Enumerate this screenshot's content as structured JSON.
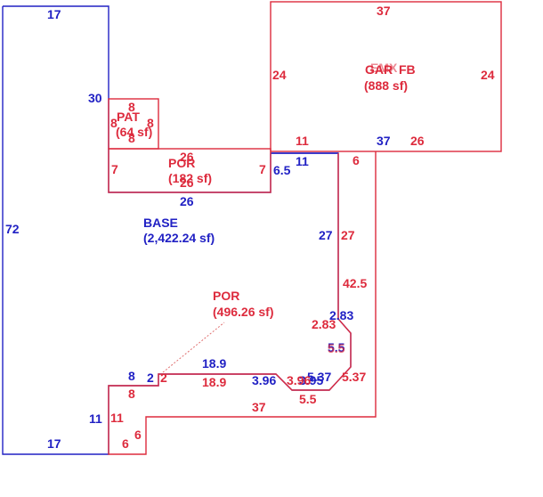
{
  "colors": {
    "blue": "#2121c4",
    "red": "#dd2b3d",
    "dotted": "#e07070"
  },
  "areas": {
    "base": {
      "name": "BASE",
      "area": "(2,422.24 sf)"
    },
    "pat": {
      "name": "PAT",
      "area": "(64 sf)"
    },
    "por_top": {
      "name": "POR",
      "area": "(182 sf)"
    },
    "por_big": {
      "name": "POR",
      "area": "(496.26 sf)"
    },
    "garage": {
      "name_a": "GAR",
      "name_b": "FB",
      "name_c": "EMX",
      "area": "(888 sf)"
    }
  },
  "dims": {
    "b17_top": "17",
    "b30": "30",
    "b72": "72",
    "b17_bot": "17",
    "b11_left": "11",
    "b8": "8",
    "b2": "2",
    "b18_9": "18.9",
    "b3_96": "3.96",
    "b3_95": "3.95",
    "b5_37": "5.37",
    "b5_5": "5.5",
    "b2_83": "2.83",
    "b27": "27",
    "b11_mid": "11",
    "b6_5": "6.5",
    "b26_bot": "26",
    "b37_gar": "37",
    "r37_top": "37",
    "r24_left": "24",
    "r24_right": "24",
    "r11": "11",
    "r26_gar": "26",
    "r6_gar": "6",
    "r8_top": "8",
    "r8_left": "8",
    "r8_right": "8",
    "r8_bot": "8",
    "r26_por": "26",
    "r26_por2": "26",
    "r7_left": "7",
    "r7_right": "7",
    "r27": "27",
    "r42_5": "42.5",
    "r2_83": "2.83",
    "r5_5": "5.5",
    "r5_37": "5.37",
    "r3_96": "3.96",
    "r5_5_bot": "5.5",
    "r18_9": "18.9",
    "r2": "2",
    "r8": "8",
    "r37_bot": "37",
    "r6_a": "6",
    "r6_b": "6"
  }
}
